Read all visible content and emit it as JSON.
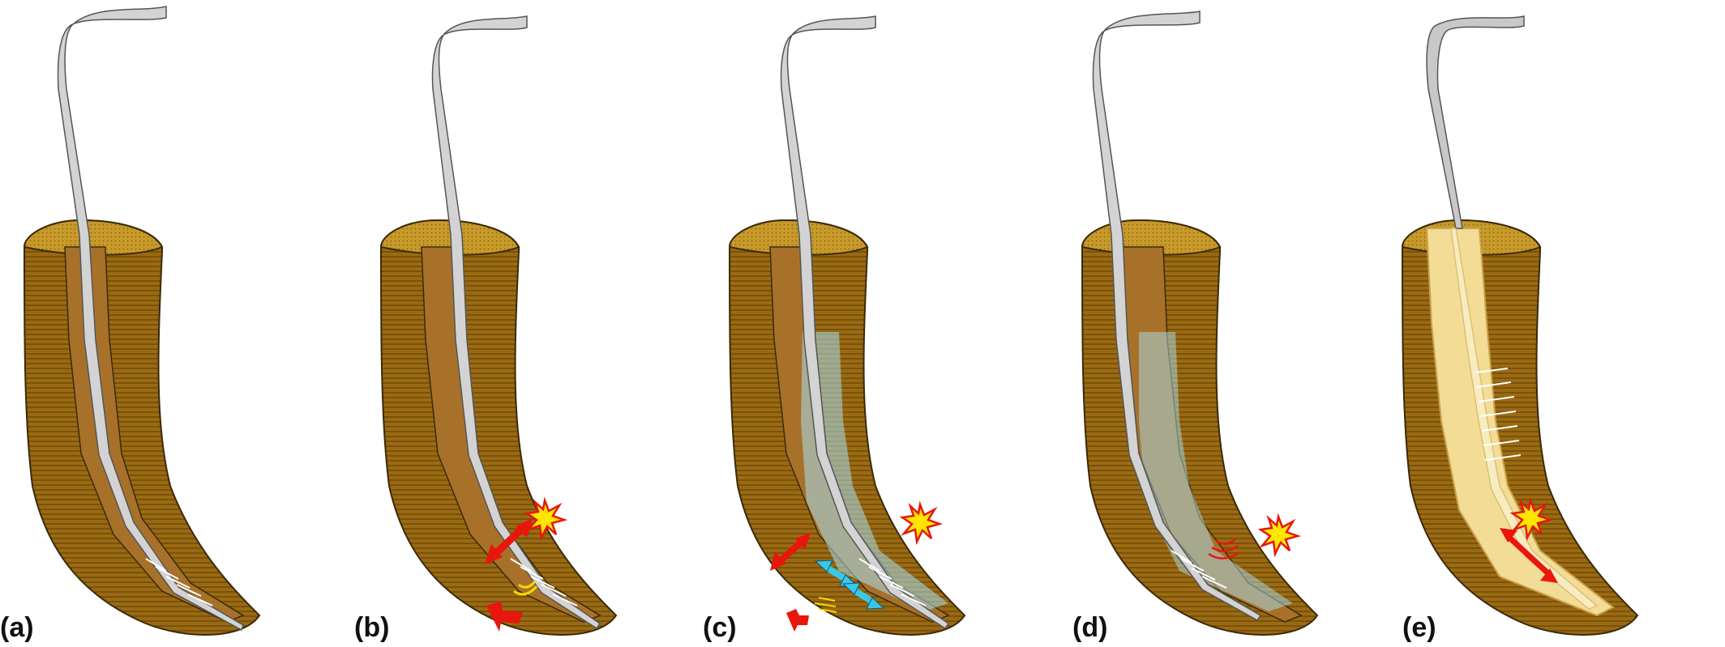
{
  "figure": {
    "panels": [
      {
        "label": "(a)"
      },
      {
        "label": "(b)"
      },
      {
        "label": "(c)"
      },
      {
        "label": "(d)"
      },
      {
        "label": "(e)"
      }
    ]
  },
  "colors": {
    "dentin": "#9a6a12",
    "dentin_stripe": "#7a520c",
    "crown_top": "#c79a2a",
    "canal_wall": "#a8712a",
    "instrument": "#c8c8c8",
    "irrigant": "#a8dff0",
    "obturation": "#f3dc95",
    "arrow_red": "#e8160c",
    "arrow_cyan": "#39c8e8",
    "spark_yellow": "#ffe600"
  }
}
